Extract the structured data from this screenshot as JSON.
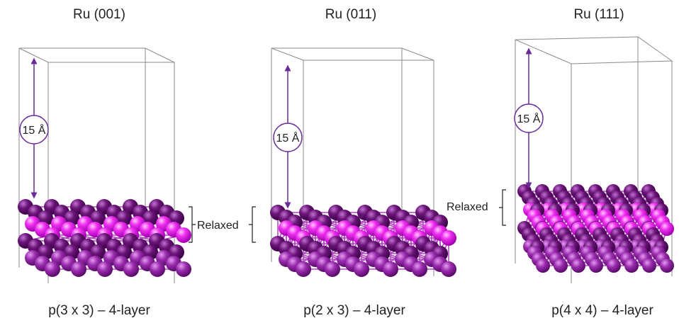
{
  "panels": [
    {
      "title": "Ru (001)",
      "caption": "p(3 x 3) – 4-layer",
      "vacuum_label": "15 Å",
      "relaxed_label": "Relaxed"
    },
    {
      "title": "Ru (011)",
      "caption": "p(2 x 3) – 4-layer",
      "vacuum_label": "15 Å",
      "relaxed_label": ""
    },
    {
      "title": "Ru (111)",
      "caption": "p(4 x 4) – 4-layer",
      "vacuum_label": "15 Å",
      "relaxed_label": "Relaxed"
    }
  ],
  "colors": {
    "cell_edge": "#8a8a8a",
    "arrow": "#6a2a9a",
    "atom_dark": "#5a0a6a",
    "atom_mid": "#8a2a9a",
    "atom_bright": "#e020e8"
  }
}
